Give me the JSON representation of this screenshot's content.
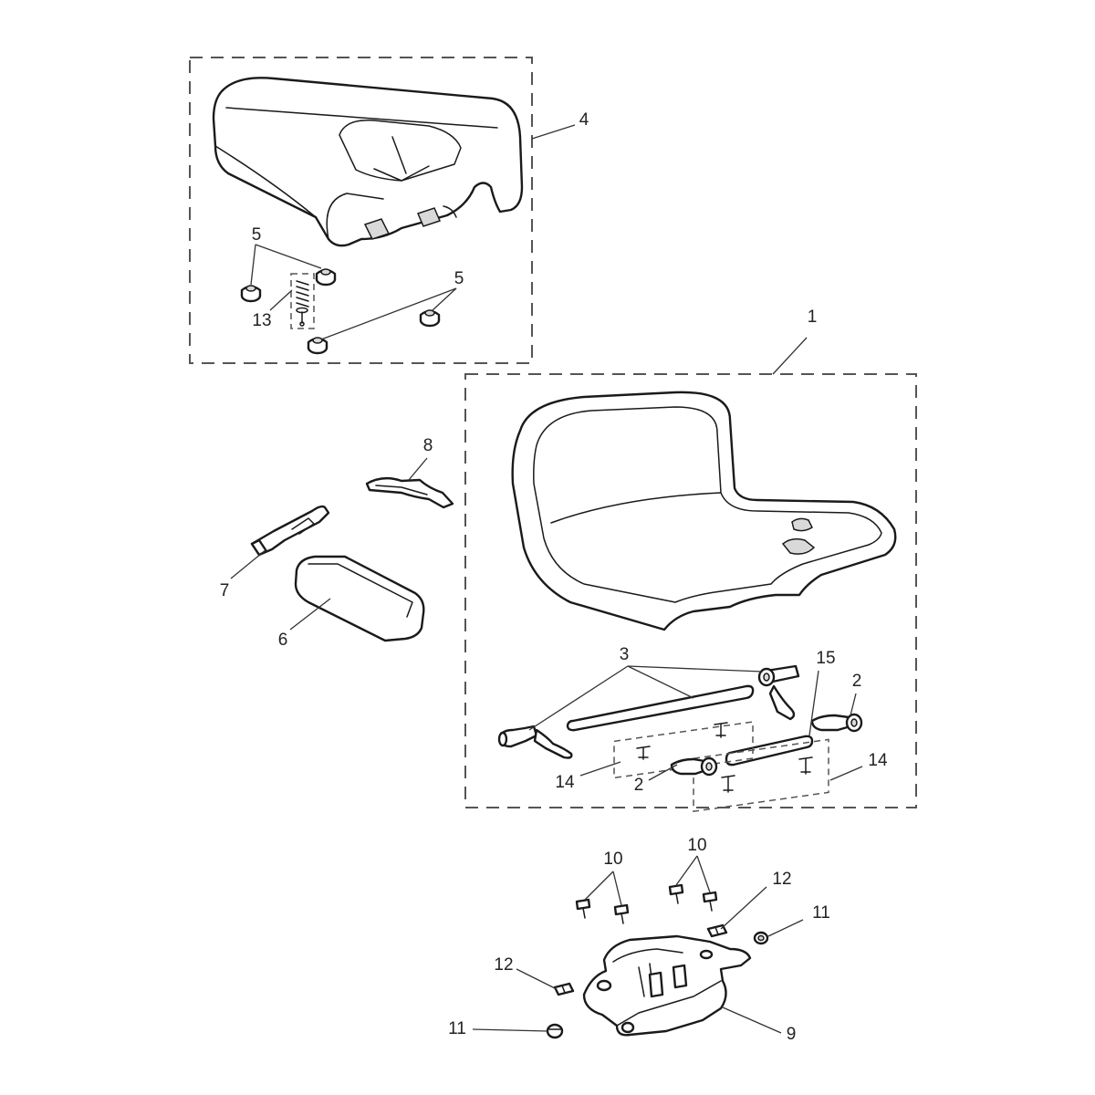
{
  "diagram": {
    "callouts": [
      {
        "id": "c4",
        "label": "4"
      },
      {
        "id": "c5a",
        "label": "5"
      },
      {
        "id": "c5b",
        "label": "5"
      },
      {
        "id": "c13",
        "label": "13"
      },
      {
        "id": "c1",
        "label": "1"
      },
      {
        "id": "c8",
        "label": "8"
      },
      {
        "id": "c7",
        "label": "7"
      },
      {
        "id": "c6",
        "label": "6"
      },
      {
        "id": "c3",
        "label": "3"
      },
      {
        "id": "c15",
        "label": "15"
      },
      {
        "id": "c2a",
        "label": "2"
      },
      {
        "id": "c14a",
        "label": "14"
      },
      {
        "id": "c2b",
        "label": "2"
      },
      {
        "id": "c14b",
        "label": "14"
      },
      {
        "id": "c10a",
        "label": "10"
      },
      {
        "id": "c10b",
        "label": "10"
      },
      {
        "id": "c12a",
        "label": "12"
      },
      {
        "id": "c11a",
        "label": "11"
      },
      {
        "id": "c12b",
        "label": "12"
      },
      {
        "id": "c11b",
        "label": "11"
      },
      {
        "id": "c9",
        "label": "9"
      }
    ]
  }
}
